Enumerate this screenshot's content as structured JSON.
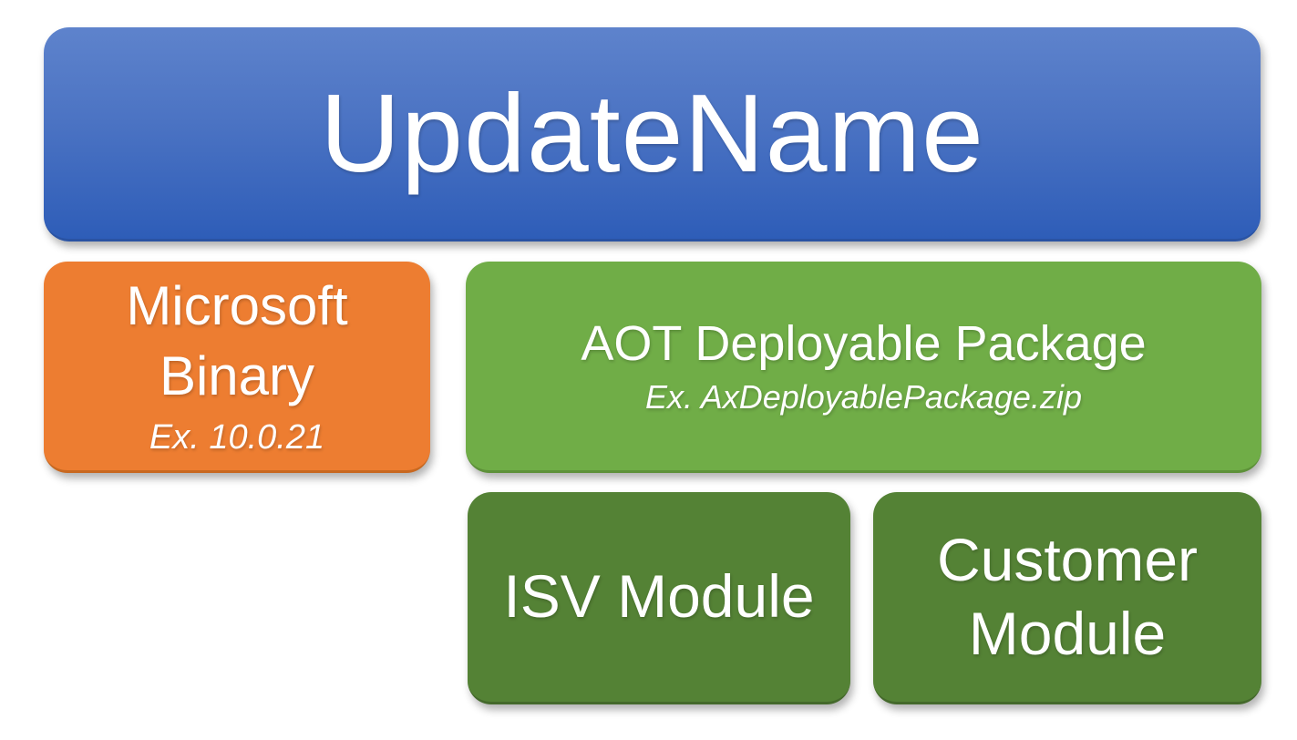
{
  "diagram": {
    "update_box": {
      "label": "UpdateName"
    },
    "microsoft_binary": {
      "label": "Microsoft Binary",
      "example": "Ex. 10.0.21"
    },
    "aot_package": {
      "label": "AOT Deployable Package",
      "example": "Ex. AxDeployablePackage.zip"
    },
    "isv_module": {
      "label": "ISV Module"
    },
    "customer_module": {
      "label": "Customer Module"
    },
    "colors": {
      "blue_gradient_top": "#5E83CC",
      "blue_gradient_bottom": "#2E5DB8",
      "orange": "#ED7D31",
      "light_green": "#70AD47",
      "dark_green": "#548235",
      "text": "#FFFFFF",
      "background": "#FFFFFF"
    }
  }
}
